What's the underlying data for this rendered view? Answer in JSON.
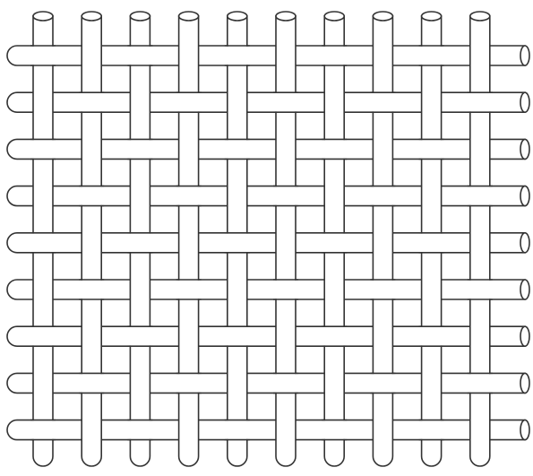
{
  "diagram": {
    "subject": "plain-weave",
    "warp_count": 10,
    "weft_count": 9,
    "first_weft_over_first_warp": true,
    "stroke_color": "#333333",
    "fill_color": "#ffffff"
  }
}
